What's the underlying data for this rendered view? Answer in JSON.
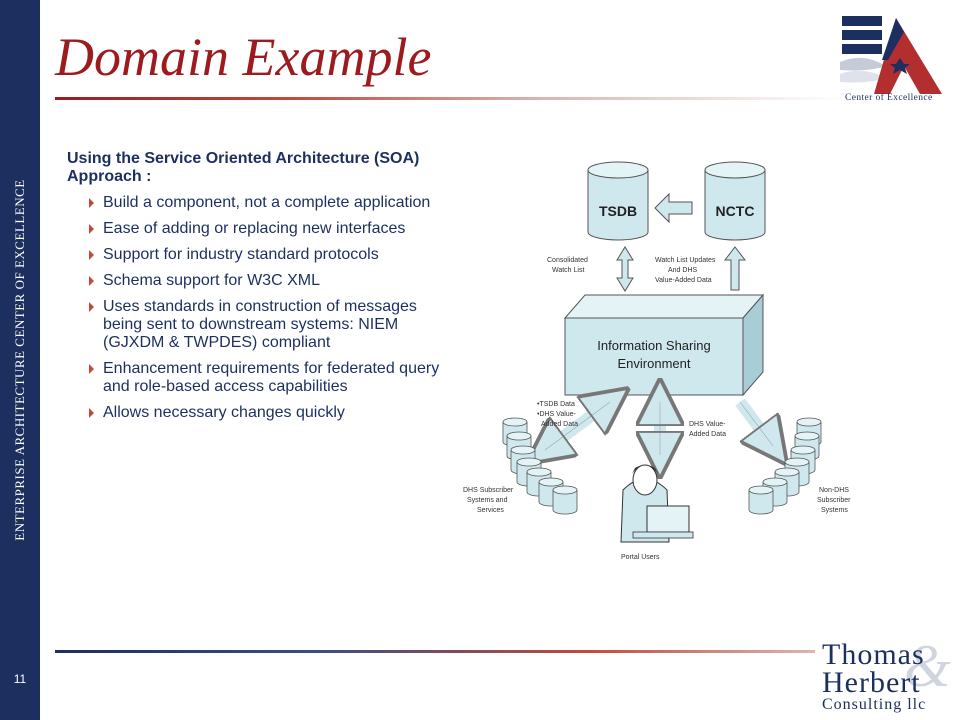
{
  "sidebar": {
    "vertical_text": "ENTERPRISE ARCHITECTURE CENTER OF EXCELLENCE",
    "page_number": "11"
  },
  "slide": {
    "title": "Domain Example",
    "intro": "Using the Service Oriented Architecture (SOA) Approach :",
    "bullets": [
      "Build a component, not a complete application",
      "Ease of adding or replacing new interfaces",
      "Support for industry standard protocols",
      "Schema support for W3C XML",
      "Uses standards in construction of messages being sent to downstream systems: NIEM (GJXDM & TWPDES) compliant",
      "Enhancement requirements for federated query and role-based access capabilities",
      "Allows necessary changes quickly"
    ]
  },
  "logo_coe": {
    "caption": "Center of Excellence"
  },
  "logo_th": {
    "line1": "Thomas",
    "line2": "Herbert",
    "line3": "Consulting llc",
    "amp": "&"
  },
  "diagram": {
    "tsdb": "TSDB",
    "nctc": "NCTC",
    "ise_line1": "Information Sharing",
    "ise_line2": "Environment",
    "consolidated_1": "Consolidated",
    "consolidated_2": "Watch List",
    "watchlist_1": "Watch List Updates",
    "watchlist_2": "And DHS",
    "watchlist_3": "Value-Added Data",
    "tsdb_data_1": "•TSDB Data",
    "tsdb_data_2": "•DHS Value-",
    "tsdb_data_3": "Added Data",
    "dhs_value_1": "DHS Value-",
    "dhs_value_2": "Added Data",
    "dhs_sub_1": "DHS Subscriber",
    "dhs_sub_2": "Systems and",
    "dhs_sub_3": "Services",
    "non_dhs_1": "Non-DHS",
    "non_dhs_2": "Subscriber",
    "non_dhs_3": "Systems",
    "portal": "Portal Users"
  },
  "colors": {
    "navy": "#1c2f5f",
    "maroon": "#9b1b1e",
    "accent": "#c24a3c",
    "diagram_fill": "#cfe8ee"
  }
}
